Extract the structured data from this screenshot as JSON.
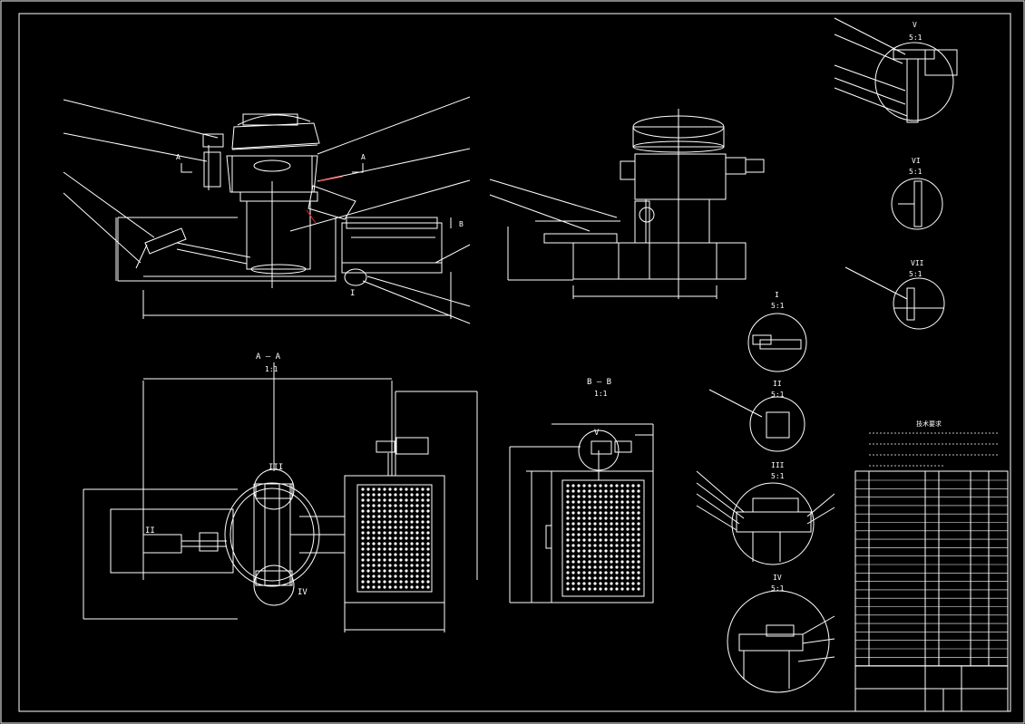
{
  "colors": {
    "background": "#000000",
    "line": "#ffffff",
    "accent": "#ff2020",
    "cyan": "#00ffff"
  },
  "views": {
    "section_a": {
      "label": "A — A",
      "scale": "1:1"
    },
    "section_b": {
      "label": "B — B",
      "scale": "1:1"
    }
  },
  "details": {
    "v_top": {
      "label": "V",
      "scale": "5:1"
    },
    "vi": {
      "label": "VI",
      "scale": "5:1"
    },
    "vii": {
      "label": "VII",
      "scale": "5:1"
    },
    "i": {
      "label": "I",
      "scale": "5:1"
    },
    "ii": {
      "label": "II",
      "scale": "5:1"
    },
    "iii": {
      "label": "III",
      "scale": "5:1"
    },
    "iv": {
      "label": "IV",
      "scale": "5:1"
    }
  },
  "markers": {
    "i": "I",
    "ii": "II",
    "iii": "III",
    "iv": "IV",
    "v": "V",
    "a": "A",
    "b": "B"
  },
  "notes": {
    "title": "技术要求"
  }
}
